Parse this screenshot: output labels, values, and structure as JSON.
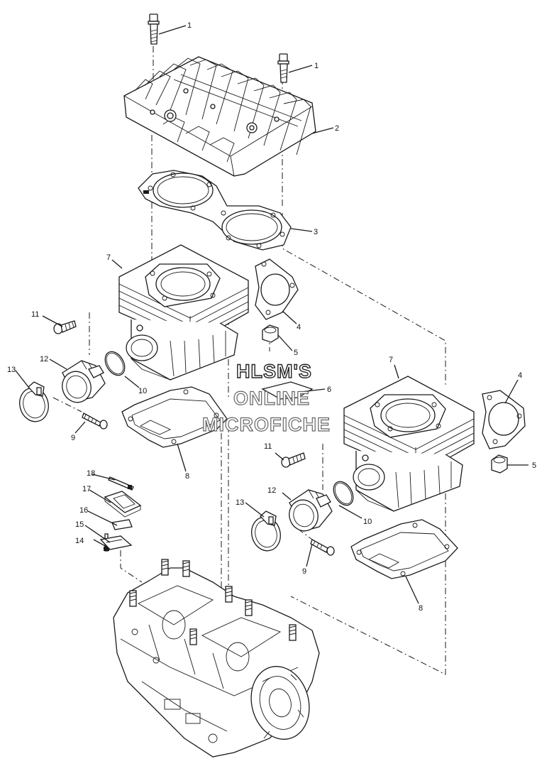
{
  "watermark": {
    "line1": "HLSM'S",
    "line2": "ONLINE",
    "line3": "MICROFICHE"
  },
  "callouts": {
    "c1a": "1",
    "c1b": "1",
    "c2": "2",
    "c3": "3",
    "c4a": "4",
    "c4b": "4",
    "c5a": "5",
    "c5b": "5",
    "c6": "6",
    "c7a": "7",
    "c7b": "7",
    "c8a": "8",
    "c8b": "8",
    "c9a": "9",
    "c9b": "9",
    "c10a": "10",
    "c10b": "10",
    "c11a": "11",
    "c11b": "11",
    "c12a": "12",
    "c12b": "12",
    "c13a": "13",
    "c13b": "13",
    "c14": "14",
    "c15": "15",
    "c16": "16",
    "c17": "17",
    "c18": "18"
  }
}
